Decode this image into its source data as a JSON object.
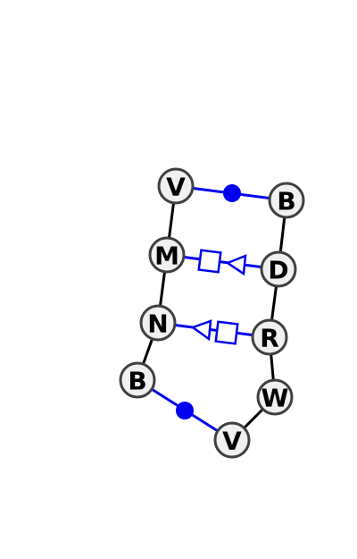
{
  "diagram": {
    "colors": {
      "backbone": "#000000",
      "pair": "#0000ee",
      "node_fill": "#f0f0f0",
      "node_stroke": "#404040"
    },
    "nodes": [
      {
        "id": "n0",
        "label": "V"
      },
      {
        "id": "n1",
        "label": "M"
      },
      {
        "id": "n2",
        "label": "N"
      },
      {
        "id": "n3",
        "label": "B"
      },
      {
        "id": "n4",
        "label": "V"
      },
      {
        "id": "n5",
        "label": "W"
      },
      {
        "id": "n6",
        "label": "R"
      },
      {
        "id": "n7",
        "label": "D"
      },
      {
        "id": "n8",
        "label": "B"
      }
    ],
    "backbone_edges": [
      {
        "from": "n0",
        "to": "n1"
      },
      {
        "from": "n1",
        "to": "n2"
      },
      {
        "from": "n2",
        "to": "n3"
      },
      {
        "from": "n4",
        "to": "n5"
      },
      {
        "from": "n5",
        "to": "n6"
      },
      {
        "from": "n6",
        "to": "n7"
      },
      {
        "from": "n7",
        "to": "n8"
      }
    ],
    "pair_edges": [
      {
        "from": "n0",
        "to": "n8",
        "glyph": "filled-circle"
      },
      {
        "from": "n1",
        "to": "n7",
        "glyph": "square-triangle"
      },
      {
        "from": "n2",
        "to": "n6",
        "glyph": "triangle-square"
      },
      {
        "from": "n3",
        "to": "n4",
        "glyph": "filled-circle"
      }
    ]
  }
}
